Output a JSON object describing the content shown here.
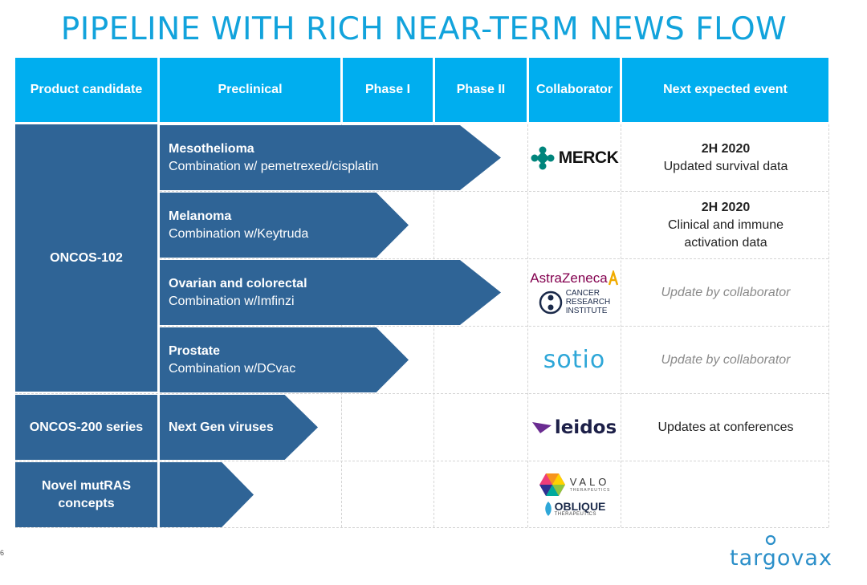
{
  "title": "PIPELINE WITH RICH NEAR-TERM NEWS FLOW",
  "headers": {
    "product": "Product candidate",
    "preclinical": "Preclinical",
    "phase1": "Phase I",
    "phase2": "Phase II",
    "collaborator": "Collaborator",
    "next": "Next expected event"
  },
  "candidates": {
    "oncos102": "ONCOS-102",
    "oncos200": "ONCOS-200 series",
    "mutras": "Novel mutRAS concepts"
  },
  "programs": [
    {
      "indication": "Mesothelioma",
      "detail": "Combination w/ pemetrexed/cisplatin",
      "phase_reached": "Phase II"
    },
    {
      "indication": "Melanoma",
      "detail": "Combination w/Keytruda",
      "phase_reached": "Phase I"
    },
    {
      "indication": "Ovarian and colorectal",
      "detail": "Combination w/Imfinzi",
      "phase_reached": "Phase II"
    },
    {
      "indication": "Prostate",
      "detail": "Combination w/DCvac",
      "phase_reached": "Phase I"
    },
    {
      "indication": "Next Gen viruses",
      "detail": "",
      "phase_reached": "Preclinical"
    },
    {
      "indication": "",
      "detail": "",
      "phase_reached": "Preclinical"
    }
  ],
  "events": [
    {
      "line1": "2H 2020",
      "line2": "Updated survival data",
      "line3": ""
    },
    {
      "line1": "2H 2020",
      "line2": "Clinical and immune",
      "line3": "activation data"
    },
    {
      "line1": "Update by collaborator"
    },
    {
      "line1": "Update by collaborator"
    },
    {
      "line1": "Updates at conferences"
    }
  ],
  "collaborators": {
    "merck": "MERCK",
    "astrazeneca": "AstraZeneca",
    "cri_1": "CANCER",
    "cri_2": "RESEARCH",
    "cri_3": "INSTITUTE",
    "sotio": "sotio",
    "leidos": "leidos",
    "valo": "VALO",
    "valo_sub": "THERAPEUTICS",
    "oblique": "OBLIQUE",
    "oblique_sub": "THERAPEUTICS"
  },
  "brand": "targovax",
  "page_number": "6",
  "colors": {
    "header": "#00aeef",
    "bar": "#2f6496",
    "title": "#12a3dc"
  }
}
